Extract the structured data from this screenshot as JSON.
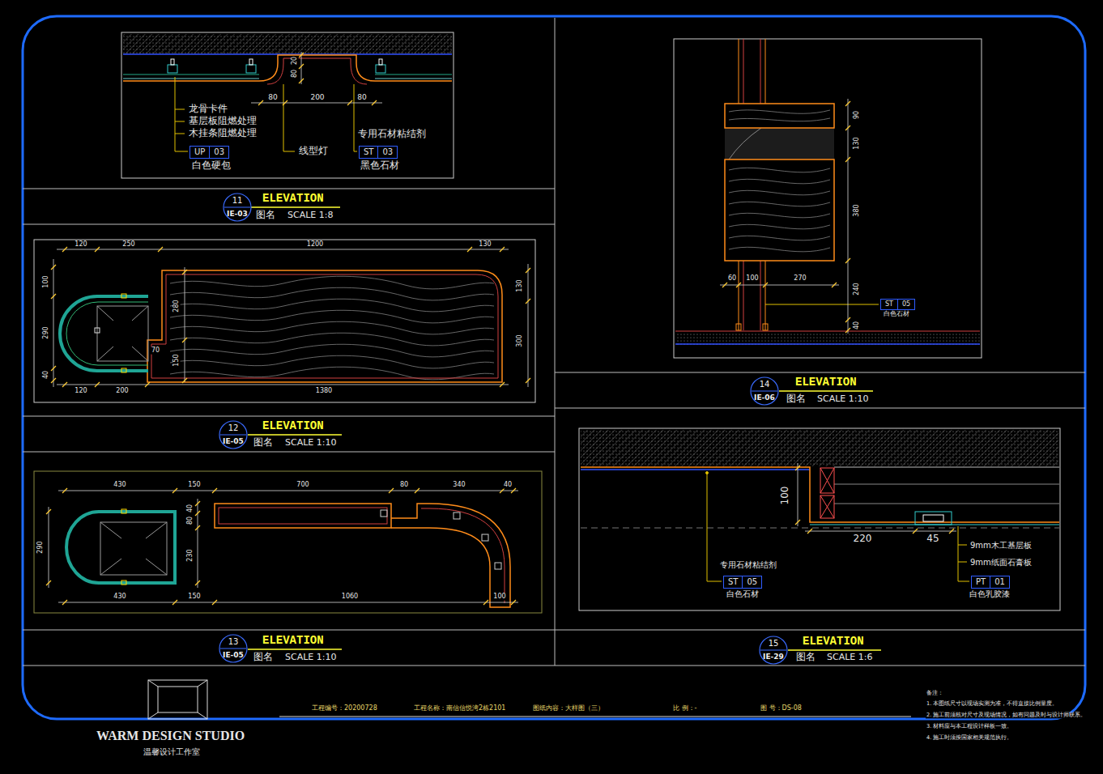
{
  "diagram": {
    "nodes": [
      {
        "text": [
          "UP",
          "03"
        ]
      },
      {
        "text": [
          "ST",
          "03"
        ]
      },
      {
        "text": [
          "11",
          "IE-03"
        ]
      },
      {
        "text": [
          "ST",
          "05"
        ]
      },
      {
        "text": [
          "14",
          "IE-06"
        ]
      },
      {
        "text": [
          "12",
          "IE-05"
        ]
      },
      {
        "text": [
          "13",
          "IE-05"
        ]
      },
      {
        "text": [
          "ST",
          "05"
        ]
      },
      {
        "text": [
          "PT",
          "01"
        ]
      },
      {
        "text": [
          "15",
          "IE-29"
        ]
      }
    ],
    "labels": [
      "20",
      "80",
      "80",
      "200",
      "80",
      "龙骨卡件",
      "基层板阻燃处理",
      "木挂条阻燃处理",
      "白色硬包",
      "线型灯",
      "专用石材粘结剂",
      "黑色石材",
      "ELEVATION",
      "图名",
      "SCALE 1:8",
      "90",
      "130",
      "380",
      "240",
      "40",
      "60",
      "100",
      "270",
      "白色石材",
      "ELEVATION",
      "图名",
      "SCALE 1:10",
      "120",
      "250",
      "1200",
      "130",
      "100",
      "290",
      "40",
      "280",
      "150",
      "70",
      "130",
      "300",
      "120",
      "200",
      "1380",
      "ELEVATION",
      "图名",
      "SCALE 1:10",
      "430",
      "150",
      "700",
      "80",
      "340",
      "40",
      "290",
      "40",
      "80",
      "230",
      "430",
      "150",
      "1060",
      "100",
      "ELEVATION",
      "图名",
      "SCALE 1:10",
      "100",
      "220",
      "45",
      "专用石材粘结剂",
      "白色石材",
      "9mm木工基层板",
      "9mm纸面石膏板",
      "白色乳胶漆",
      "ELEVATION",
      "图名",
      "SCALE 1:6",
      "WARM DESIGN STUDIO",
      "温馨设计工作室",
      "工程编号：20200728",
      "工程名称：南信信悦湾2栋2101",
      "图纸内容：大样图（三）",
      "比 例：-",
      "图 号：DS-08",
      "备注：",
      "1. 本图纸尺寸以现场实测为准，不得直接比例量度。",
      "2. 施工前须核对尺寸及现场情况，如有问题及时与设计师联系。",
      "3. 材料应与本工程设计样板一致。",
      "4. 施工时须按国家相关规范执行。"
    ]
  }
}
